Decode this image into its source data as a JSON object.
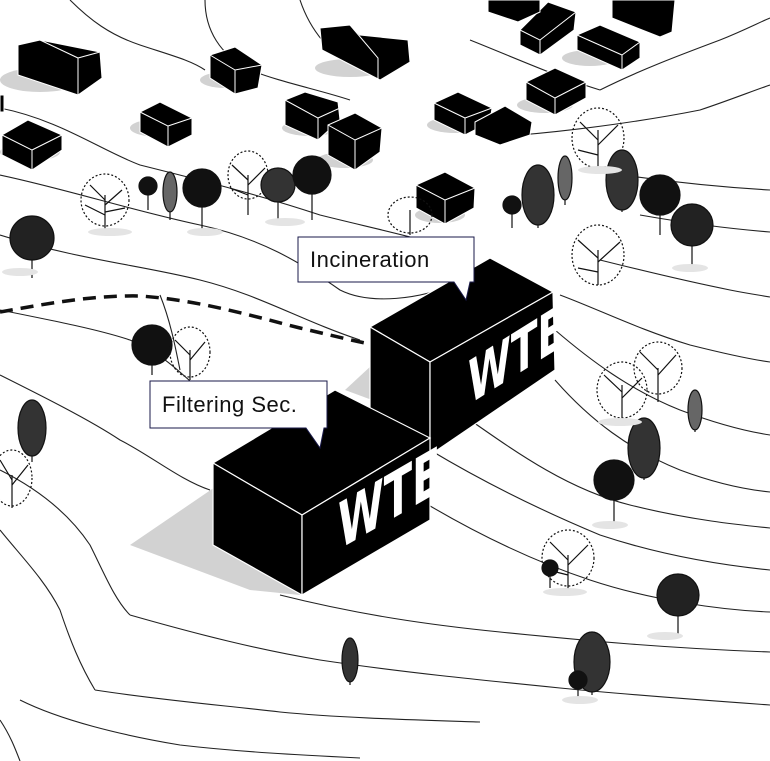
{
  "callouts": {
    "incineration": "Incineration",
    "filtering": "Filtering Sec."
  },
  "buildings": {
    "incineration_label": "WTE",
    "filtering_label": "WTE"
  },
  "colors": {
    "building_fill": "#000000",
    "shadow": "#d2d2d2",
    "contour": "#222222",
    "callout_border": "#1a1a4a"
  }
}
